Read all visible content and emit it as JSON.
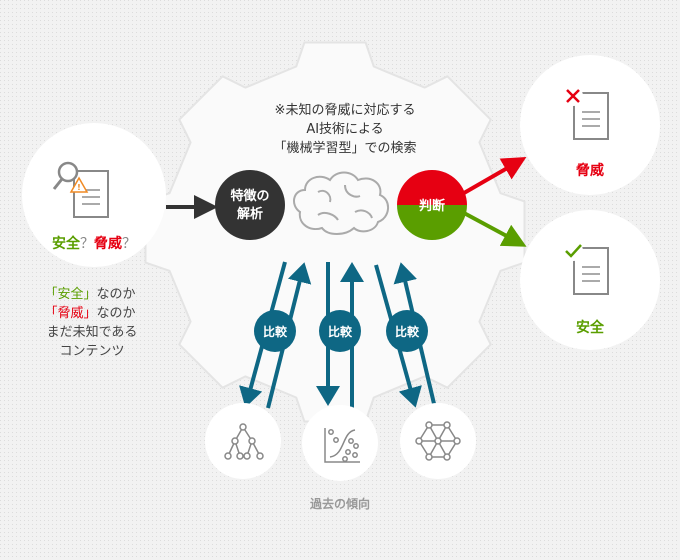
{
  "intro": {
    "line1": "※未知の脅威に対応する",
    "line2": "AI技術による",
    "line3": "「機械学習型」での検索"
  },
  "input": {
    "label_safe": "安全",
    "q1": "？",
    "label_threat": "脅威",
    "q2": "？",
    "desc": {
      "l1_safe": "「安全」",
      "l1_rest": "なのか",
      "l2_threat": "「脅威」",
      "l2_rest": "なのか",
      "l3": "まだ未知である",
      "l4": "コンテンツ"
    }
  },
  "analysis": {
    "line1": "特徴の",
    "line2": "解析"
  },
  "judgement": {
    "label": "判断"
  },
  "outputs": {
    "threat": "脅威",
    "safe": "安全"
  },
  "compare": [
    "比較",
    "比較",
    "比較"
  ],
  "past": {
    "label": "過去の傾向"
  },
  "colors": {
    "green": "#5a9e00",
    "red": "#e60012",
    "blue": "#0e6784",
    "dark": "#333333"
  }
}
